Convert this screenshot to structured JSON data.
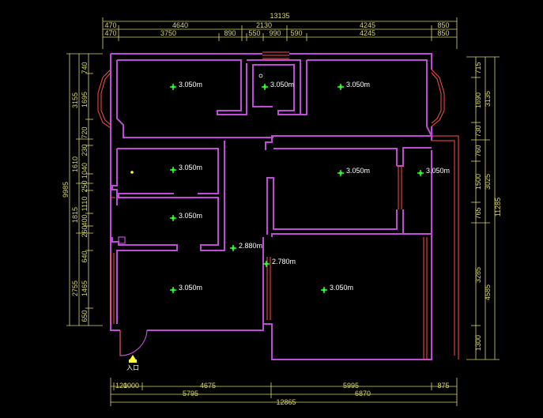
{
  "top_dims": {
    "overall": "13135",
    "row1": [
      "470",
      "4640",
      "2130",
      "4245",
      "850"
    ],
    "row2": [
      "470",
      "3750",
      "890",
      "550",
      "990",
      "590",
      "4245",
      "850"
    ]
  },
  "bottom_dims": {
    "overall": "12865",
    "row1": [
      "120",
      "1000",
      "4675",
      "5995",
      "875"
    ],
    "row2": [
      "5795",
      "6870"
    ]
  },
  "left_dims": {
    "overall": "9985",
    "outer": [
      "3155",
      "1610",
      "1815",
      "2755"
    ],
    "inner": [
      "740",
      "1695",
      "720",
      "230",
      "1040",
      "250",
      "1110",
      "400",
      "260",
      "640",
      "1465",
      "650"
    ]
  },
  "right_dims": {
    "overall": "11285",
    "outer": [
      "3135",
      "3025",
      "4585"
    ],
    "inner": [
      "715",
      "1690",
      "730",
      "760",
      "1500",
      "765",
      "3285",
      "1300"
    ]
  },
  "elevations": [
    {
      "label": "3.050m"
    },
    {
      "label": "3.050m"
    },
    {
      "label": "3.050m"
    },
    {
      "label": "3.050m"
    },
    {
      "label": "3.050m"
    },
    {
      "label": "3.050m"
    },
    {
      "label": "3.050m"
    },
    {
      "label": "2.880m"
    },
    {
      "label": "2.780m"
    },
    {
      "label": "3.050m"
    },
    {
      "label": "3.050m"
    }
  ],
  "entrance": {
    "label": "入口"
  }
}
